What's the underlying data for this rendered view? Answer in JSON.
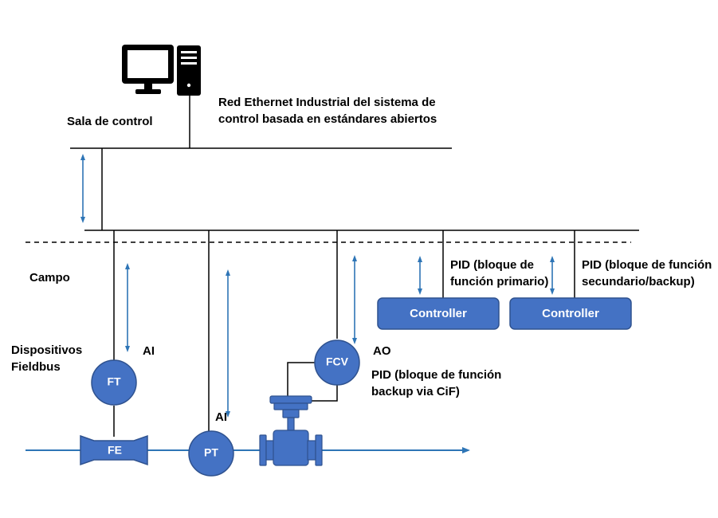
{
  "colors": {
    "node_fill": "#4472C4",
    "node_stroke": "#2F528F",
    "arrow": "#2E75B6",
    "line": "#000000",
    "pipe": "#2E75B6"
  },
  "icons": [
    "computer-monitor-icon",
    "computer-tower-icon",
    "flow-element-icon",
    "control-valve-icon"
  ],
  "labels": {
    "control_room": "Sala de control",
    "ethernet_line1": "Red Ethernet Industrial del sistema de",
    "ethernet_line2": "control basada en estándares abiertos",
    "field": "Campo",
    "devices_line1": "Dispositivos",
    "devices_line2": "Fieldbus",
    "ai_ft": "AI",
    "ai_pt": "AI",
    "ao": "AO",
    "pid_primary_line1": "PID (bloque de",
    "pid_primary_line2": "función primario)",
    "pid_backup_line1": "PID (bloque de función",
    "pid_backup_line2": "secundario/backup)",
    "pid_cif_line1": "PID (bloque de función",
    "pid_cif_line2": "backup via CiF)"
  },
  "nodes": {
    "ft": "FT",
    "fe": "FE",
    "pt": "PT",
    "fcv": "FCV"
  },
  "controllers": {
    "primary": "Controller",
    "backup": "Controller"
  }
}
